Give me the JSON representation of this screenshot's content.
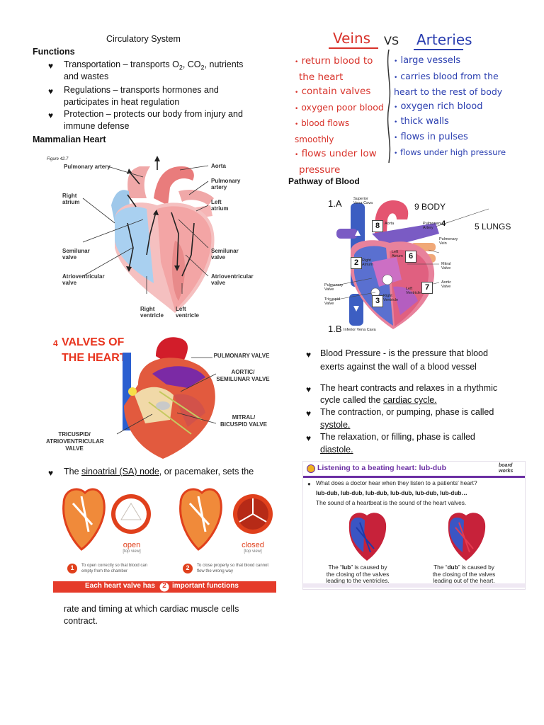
{
  "title": "Circulatory System",
  "functions": {
    "heading": "Functions",
    "items": [
      {
        "pre": "Transportation – transports O",
        "o2_sub": "2",
        "mid": ", CO",
        "co2_sub": "2",
        "post": ", nutrients",
        "line2": "and wastes"
      },
      {
        "line1": "Regulations – transports hormones and",
        "line2": "participates in heat regulation"
      },
      {
        "line1": "Protection – protects our body from injury and",
        "line2": "immune defense"
      }
    ]
  },
  "mammalian_heart": {
    "heading": "Mammalian Heart",
    "figure_tag": "Figure 42.7",
    "labels": {
      "pulmonary_artery": "Pulmonary artery",
      "aorta": "Aorta",
      "pulmonary_artery_r": "Pulmonary artery",
      "right_atrium": "Right atrium",
      "left_atrium": "Left atrium",
      "semilunar_l": "Semilunar valve",
      "semilunar_r": "Semilunar valve",
      "av_l": "Atrioventricular valve",
      "av_r": "Atrioventricular valve",
      "right_ventricle": "Right ventricle",
      "left_ventricle": "Left ventricle"
    }
  },
  "veins_vs_arteries": {
    "veins": "Veins",
    "vs": "VS",
    "arteries": "Arteries",
    "veins_items": [
      "return blood to",
      "the heart",
      "contain valves",
      "oxygen poor blood",
      "blood flows smoothly",
      "flows under low",
      "pressure"
    ],
    "arteries_items": [
      "large vessels",
      "carries blood from the",
      "heart to the rest of body",
      "oxygen rich blood",
      "thick walls",
      "flows in pulses",
      "flows under high pressure"
    ]
  },
  "pathway": {
    "heading": "Pathway of Blood",
    "label_1a": "1.A",
    "label_1b": "1.B",
    "body": "9 BODY",
    "lungs": "5 LUNGS",
    "nums": [
      "2",
      "3",
      "4",
      "6",
      "7",
      "8"
    ],
    "small": {
      "svc": "Superior Vena Cava",
      "aorta": "Aorta",
      "pa": "Pulmonary Artery",
      "pv": "Pulmonary Vein",
      "la": "Left Atrium",
      "ra": "Right Atrium",
      "mitral": "Mitral Valve",
      "aortic": "Aortic Valve",
      "pulm_valve": "Pulmonary Valve",
      "tricuspid": "Tricuspid Valve",
      "rv": "Right Ventricle",
      "lv": "Left Ventricle",
      "ivc": "Inferior Vena Cava"
    }
  },
  "valves": {
    "four": "4",
    "title1": "VALVES OF",
    "title2": "THE HEART",
    "pulmonary": "PULMONARY VALVE",
    "aortic": "AORTIC/ SEMILUNAR VALVE",
    "mitral": "MITRAL/ BICUSPID VALVE",
    "tricuspid": "TRICUSPID/ ATRIOVENTRICULAR VALVE"
  },
  "right_bullets": {
    "bp_line1": "Blood Pressure - is the pressure that blood",
    "bp_line2": "exerts against the wall of a blood vessel",
    "cycle_line1": "The heart contracts and relaxes in a rhythmic",
    "cycle_pre": "cycle called the ",
    "cycle_term": "cardiac cycle.",
    "sys_line1": "The contraction, or pumping, phase is called",
    "sys_term": "systole.",
    "dia_line1": "The relaxation, or filling, phase is called",
    "dia_term": "diastole."
  },
  "sa_node": {
    "pre": "The ",
    "term": "sinoatrial (SA) node",
    "post": ", or pacemaker, sets the",
    "cont1": "rate and timing at which cardiac muscle cells",
    "cont2": "contract."
  },
  "valve_function": {
    "open": "open",
    "open_sub": "[top view]",
    "closed": "closed",
    "closed_sub": "[top view]",
    "n1": "1",
    "n2": "2",
    "desc1": "To open correctly so that blood can empty from the chamber",
    "desc2": "To close properly so that blood cannot flow the wrong way",
    "banner_pre": "Each heart valve has",
    "banner_num": "2",
    "banner_post": "important functions"
  },
  "lubdub": {
    "title": "Listening to a beating heart: lub-dub",
    "brand1": "board",
    "brand2": "works",
    "question": "What does a doctor hear when they listen to a patients' heart?",
    "sounds": "lub-dub, lub-dub, lub-dub, lub-dub, lub-dub, lub-dub…",
    "statement": "The sound of a heartbeat is the sound of the heart valves.",
    "lub_pre": "The “",
    "lub": "lub",
    "lub_post": "” is caused by",
    "lub_l2": "the closing of the valves",
    "lub_l3": "leading to the ventricles.",
    "dub_pre": "The “",
    "dub": "dub",
    "dub_post": "” is caused by",
    "dub_l2": "the closing of the valves",
    "dub_l3": "leading out of the heart."
  },
  "colors": {
    "red": "#e8351f",
    "blue_pen": "#2b3fb0",
    "red_pen": "#d8322a",
    "purple": "#6b2fa3"
  }
}
